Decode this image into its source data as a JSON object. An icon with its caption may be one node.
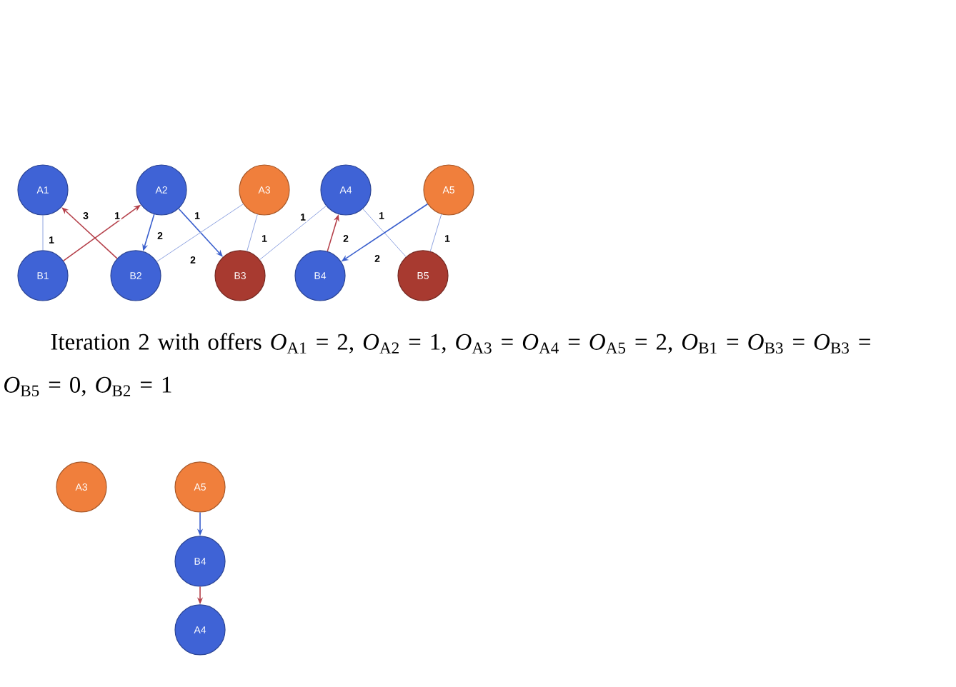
{
  "diagram": {
    "nodes": [
      {
        "text": [
          "A1"
        ]
      },
      {
        "text": [
          "A2"
        ]
      },
      {
        "text": [
          "A3"
        ]
      },
      {
        "text": [
          "A4"
        ]
      },
      {
        "text": [
          "A5"
        ]
      },
      {
        "text": [
          "B1"
        ]
      },
      {
        "text": [
          "B2"
        ]
      },
      {
        "text": [
          "B3"
        ]
      },
      {
        "text": [
          "B4"
        ]
      },
      {
        "text": [
          "B5"
        ]
      },
      {
        "text": [
          "A3"
        ]
      },
      {
        "text": [
          "A5"
        ]
      },
      {
        "text": [
          "B4"
        ]
      },
      {
        "text": [
          "A4"
        ]
      }
    ],
    "edges": [
      {
        "from": 0,
        "to": 5,
        "arrow": "none",
        "label": "1"
      },
      {
        "from": 6,
        "to": 0,
        "arrow": "to",
        "label": "3",
        "color": "#b5404a"
      },
      {
        "from": 5,
        "to": 1,
        "arrow": "to",
        "label": "1",
        "color": "#b5404a"
      },
      {
        "from": 1,
        "to": 6,
        "arrow": "to",
        "label": "2",
        "color": "#3a5fcd"
      },
      {
        "from": 1,
        "to": 7,
        "arrow": "to",
        "label": "1",
        "color": "#3a5fcd"
      },
      {
        "from": 2,
        "to": 6,
        "arrow": "none",
        "label": "2"
      },
      {
        "from": 2,
        "to": 7,
        "arrow": "none",
        "label": "1"
      },
      {
        "from": 3,
        "to": 7,
        "arrow": "none",
        "label": "1"
      },
      {
        "from": 8,
        "to": 3,
        "arrow": "to",
        "label": "2",
        "color": "#b5404a"
      },
      {
        "from": 3,
        "to": 9,
        "arrow": "none",
        "label": "1"
      },
      {
        "from": 4,
        "to": 8,
        "arrow": "to",
        "label": "2",
        "color": "#3a5fcd"
      },
      {
        "from": 4,
        "to": 9,
        "arrow": "none",
        "label": "1"
      },
      {
        "from": 11,
        "to": 12,
        "arrow": "to",
        "color": "#3a5fcd"
      },
      {
        "from": 12,
        "to": 13,
        "arrow": "to",
        "color": "#b5404a"
      }
    ],
    "labels": [
      "Iteration 2 with offers *O*$_{A1}$ = 2, *O*$_{A2}$ = 1, *O*$_{A3}$ = *O*$_{A4}$ = *O*$_{A5}$ = 2, *O*$_{B1}$ = *O*$_{B3}$ = *O*$_{B3}$ = *O*$_{B5}$ = 0, *O*$_{B2}$ = 1"
    ]
  }
}
